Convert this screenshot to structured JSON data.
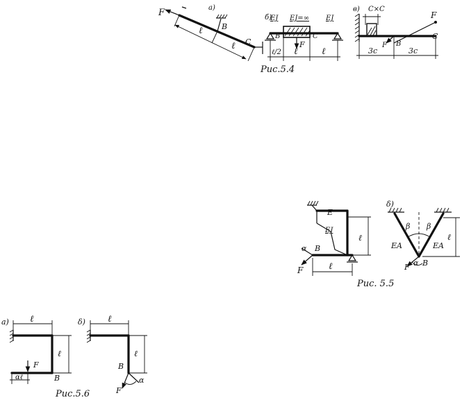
{
  "fig54": {
    "caption": "Рис.5.4",
    "a": {
      "tag": "а)",
      "force": "F",
      "point_b": "B",
      "point_c": "C",
      "len1": "ℓ",
      "len2": "ℓ"
    },
    "b": {
      "tag": "б)",
      "ej_left": "EJ",
      "ej_mid": "EJ=∞",
      "ej_right": "EJ",
      "point_b": "B",
      "point_c": "C",
      "force": "F",
      "dim1": "ℓ/2",
      "dim2": "ℓ",
      "dim3": "ℓ"
    },
    "v": {
      "tag": "в)",
      "ctc": "C×C",
      "force": "F",
      "point_b": "B",
      "point_c": "C",
      "force_b": "F",
      "dim1": "3c",
      "dim2": "3c"
    }
  },
  "fig55": {
    "caption": "Рис. 5.5",
    "a": {
      "point_e": "E",
      "ej": "EJ",
      "dim_v": "ℓ",
      "alpha": "α",
      "point_b": "B",
      "force": "F",
      "dim_h": "ℓ"
    },
    "b": {
      "tag": "δ)",
      "beta1": "β",
      "beta2": "β",
      "ea1": "EA",
      "ea2": "EA",
      "dim_v": "ℓ",
      "force": "F",
      "alpha": "α",
      "point_b": "B"
    }
  },
  "fig56": {
    "caption": "Рис.5.6",
    "a": {
      "tag": "а)",
      "dim_top": "ℓ",
      "dim_v": "ℓ",
      "force": "F",
      "dim_small": "αℓ",
      "point_b": "B"
    },
    "b": {
      "tag": "δ)",
      "dim_top": "ℓ",
      "dim_v": "ℓ",
      "point_b": "B",
      "alpha": "α",
      "force": "F"
    }
  }
}
